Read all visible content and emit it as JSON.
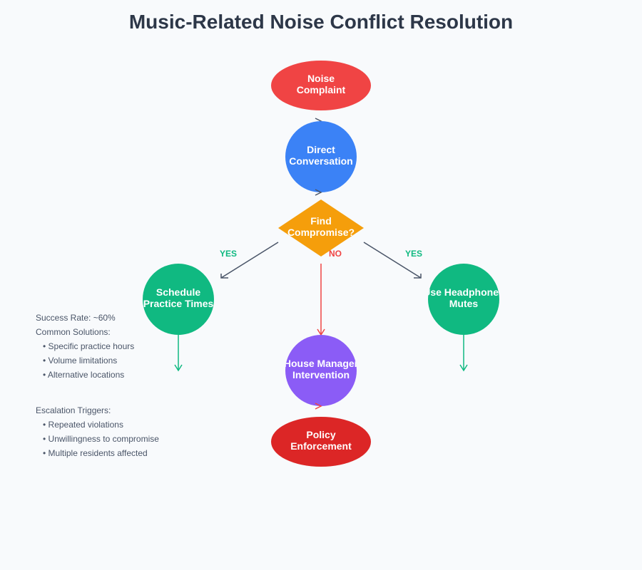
{
  "title": "Music-Related Noise Conflict Resolution",
  "colors": {
    "background": "#f8fafc",
    "complaint": "#f04444",
    "conversation": "#3b82f6",
    "decision": "#f59e0b",
    "success": "#10b981",
    "manager": "#8b5cf6",
    "enforcement": "#dc2626",
    "arrow": "#4a5568",
    "yes": "#10b981",
    "no": "#ef4444"
  },
  "nodes": {
    "noise_complaint": {
      "line1": "Noise",
      "line2": "Complaint"
    },
    "direct_conversation": {
      "line1": "Direct",
      "line2": "Conversation"
    },
    "find_compromise": {
      "line1": "Find",
      "line2": "Compromise?"
    },
    "schedule_practice": {
      "line1": "Schedule",
      "line2": "Practice Times"
    },
    "use_headphones": {
      "line1": "Use Headphones",
      "line2": "Mutes"
    },
    "house_manager": {
      "line1": "House Manager",
      "line2": "Intervention"
    },
    "policy_enforcement": {
      "line1": "Policy",
      "line2": "Enforcement"
    }
  },
  "edge_labels": {
    "yes_left": "YES",
    "no": "NO",
    "yes_right": "YES"
  },
  "notes": {
    "success": {
      "rate": "Success Rate: ~60%",
      "heading": "Common Solutions:",
      "items": [
        "• Specific practice hours",
        "• Volume limitations",
        "• Alternative locations"
      ]
    },
    "escalation": {
      "heading": "Escalation Triggers:",
      "items": [
        "• Repeated violations",
        "• Unwillingness to compromise",
        "• Multiple residents affected"
      ]
    }
  }
}
